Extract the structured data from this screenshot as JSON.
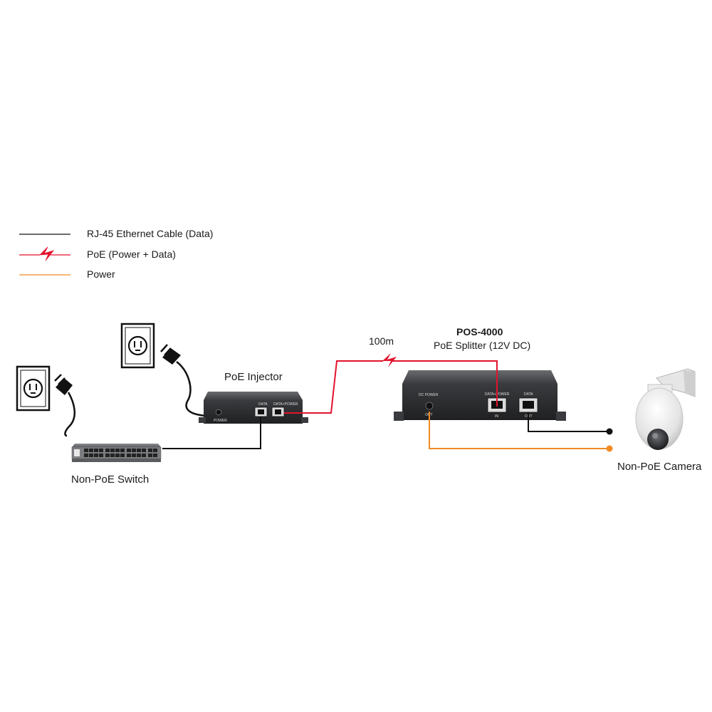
{
  "legend": {
    "items": [
      {
        "label": "RJ-45 Ethernet Cable (Data)",
        "color": "#111111",
        "style": "line"
      },
      {
        "label": "PoE (Power + Data)",
        "color": "#e3122d",
        "style": "bolt"
      },
      {
        "label": "Power",
        "color": "#f08a24",
        "style": "line"
      }
    ]
  },
  "devices": {
    "switch": {
      "label": "Non-PoE Switch"
    },
    "injector": {
      "label": "PoE Injector",
      "port_labels": {
        "power": "POWER",
        "data": "DATA",
        "data_power": "DATA+POWER"
      }
    },
    "splitter": {
      "model": "POS-4000",
      "subtitle": "PoE Splitter (12V DC)",
      "port_labels": {
        "dc_power": "DC POWER",
        "dc_out": "OUT",
        "data_power": "DATA+POWER",
        "in": "IN",
        "data": "DATA",
        "out": "OUT"
      }
    },
    "camera": {
      "label": "Non-PoE Camera"
    }
  },
  "links": {
    "poe_distance": "100m"
  },
  "colors": {
    "data": "#111111",
    "poe": "#e3122d",
    "power": "#f08a24",
    "device_dark": "#2e2f31",
    "device_mid": "#4a4b4e"
  }
}
